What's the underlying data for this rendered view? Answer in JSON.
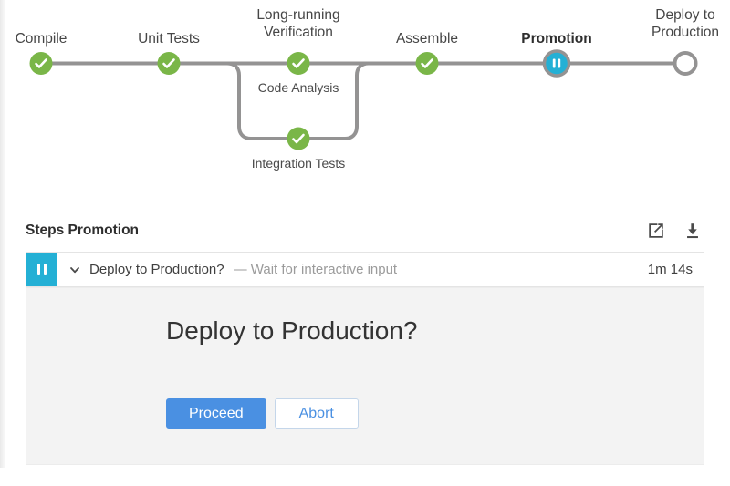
{
  "pipeline": {
    "stages": [
      {
        "label": "Compile",
        "status": "success"
      },
      {
        "label": "Unit Tests",
        "status": "success"
      },
      {
        "label": "Long-running Verification",
        "status": "success"
      },
      {
        "label": "Assemble",
        "status": "success"
      },
      {
        "label": "Promotion",
        "status": "paused"
      },
      {
        "label": "Deploy to Production",
        "status": "not_built"
      }
    ],
    "parallel_branches": [
      {
        "label": "Code Analysis",
        "status": "success"
      },
      {
        "label": "Integration Tests",
        "status": "success"
      }
    ]
  },
  "colors": {
    "success_green": "#7ab648",
    "paused_blue": "#24b0d5",
    "connector_gray": "#949393",
    "proceed_blue": "#4a90e2"
  },
  "steps_panel": {
    "title": "Steps Promotion",
    "icons": [
      "external-link-icon",
      "download-icon"
    ],
    "step": {
      "title": "Deploy to Production?",
      "status_text": "— Wait for interactive input",
      "duration": "1m 14s",
      "state": "paused"
    },
    "input_prompt": {
      "heading": "Deploy to Production?",
      "proceed_label": "Proceed",
      "abort_label": "Abort"
    }
  }
}
